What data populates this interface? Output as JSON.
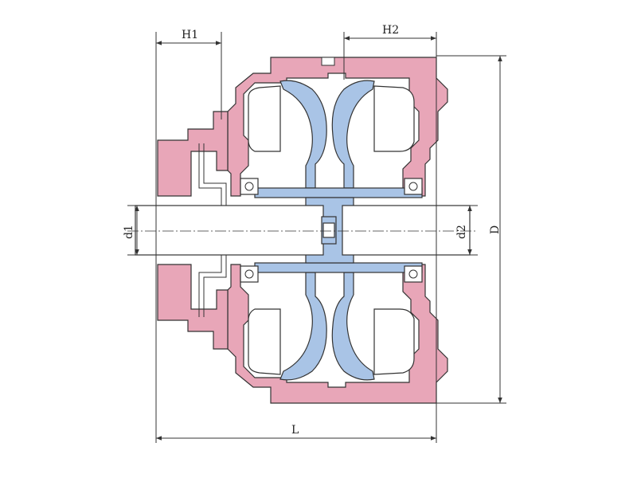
{
  "colors": {
    "housing": "#e8a6b8",
    "runner": "#a9c4e6",
    "line": "#333333",
    "background": "#ffffff"
  },
  "dimensions": {
    "h1": "H1",
    "h2": "H2",
    "d1": "d1",
    "d2": "d2",
    "d": "D",
    "l": "L"
  }
}
